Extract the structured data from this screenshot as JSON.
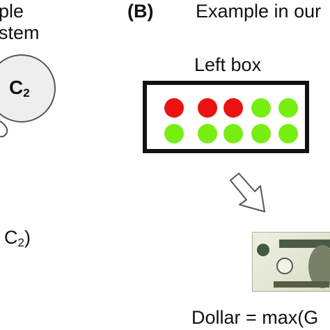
{
  "left_fragment": {
    "top_line1": "ple",
    "top_line2": "stem",
    "circle_label": "C",
    "circle_sub": "2",
    "bottom_text": "C",
    "bottom_sub": "2",
    "bottom_paren": ")"
  },
  "panel_b": {
    "label": "(B)",
    "title": "Example in our",
    "box_label": "Left box",
    "balls_row1": [
      "red",
      "red",
      "red",
      "green",
      "green"
    ],
    "balls_row2": [
      "green",
      "green",
      "green",
      "green",
      "green"
    ],
    "formula": "Dollar = max(G"
  },
  "colors": {
    "red_ball": "#ee1111",
    "green_ball": "#77ee11"
  },
  "icons": {
    "arrow": "hollow-arrow-icon",
    "bill": "dollar-bill-icon"
  }
}
